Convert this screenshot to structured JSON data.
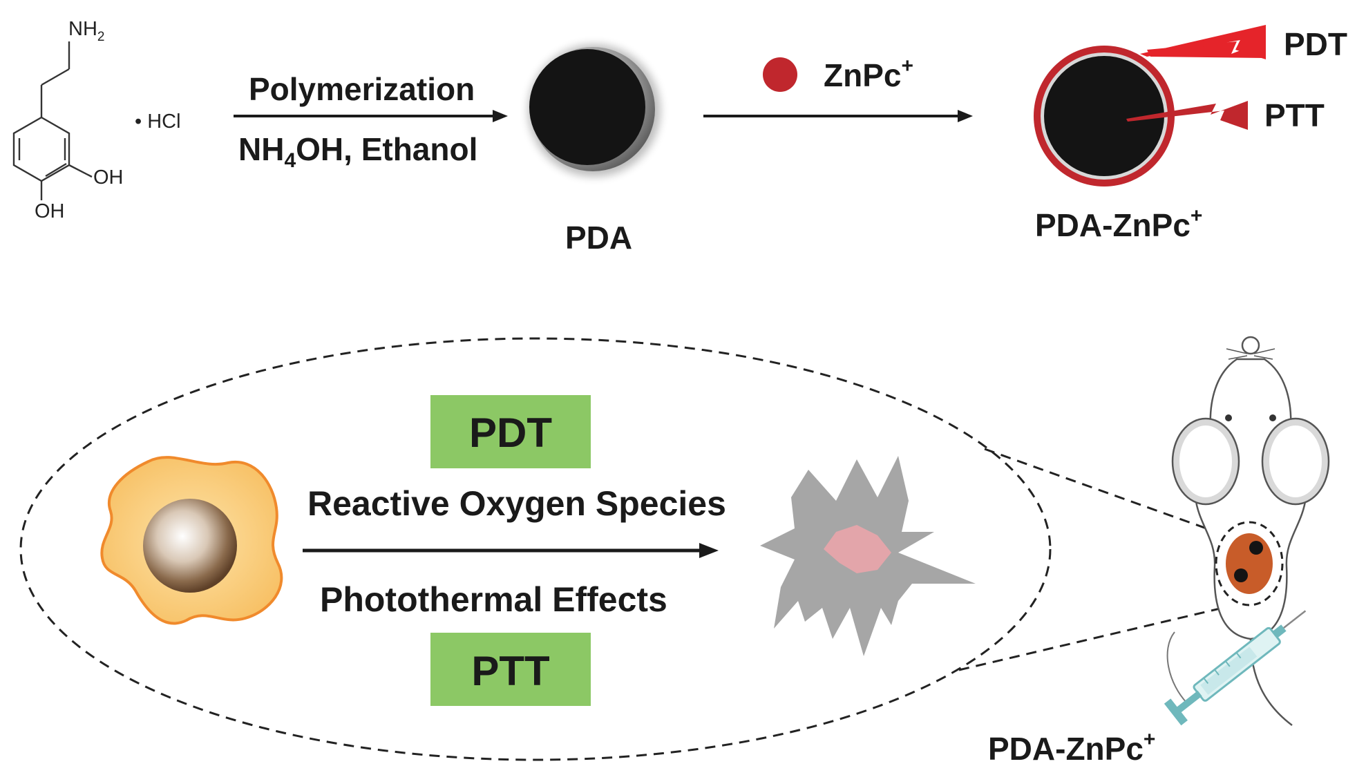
{
  "dopamine": {
    "amine": "NH",
    "amine_sub": "2",
    "salt": "• HCl",
    "oh_right": "OH",
    "oh_bottom": "OH"
  },
  "step1": {
    "top": "Polymerization",
    "bottom_prefix": "NH",
    "bottom_sub": "4",
    "bottom_suffix": "OH, Ethanol"
  },
  "pda_label": "PDA",
  "step2": {
    "label": "ZnPc",
    "charge": "+"
  },
  "product": {
    "label": "PDA-ZnPc",
    "charge": "+",
    "beam_pdt": "PDT",
    "beam_ptt": "PTT"
  },
  "therapy": {
    "pdt_box": "PDT",
    "ros": "Reactive Oxygen Species",
    "photothermal": "Photothermal Effects",
    "ptt_box": "PTT"
  },
  "injection": {
    "label": "PDA-ZnPc",
    "charge": "+"
  },
  "colors": {
    "pda_core": "#141414",
    "znpc_red": "#c0272d",
    "beam_red": "#e5242a",
    "box_green": "#8cc865",
    "cell_orange": "#f4a73e",
    "cell_fill": "#fac771",
    "dead_cell": "#9c9c9c",
    "nucleus_pink": "#e3a5aa",
    "tumor_brown": "#c85c29"
  },
  "icons": [
    "arrow-right-icon",
    "mouse-icon",
    "syringe-icon",
    "lightning-beam-icon"
  ]
}
